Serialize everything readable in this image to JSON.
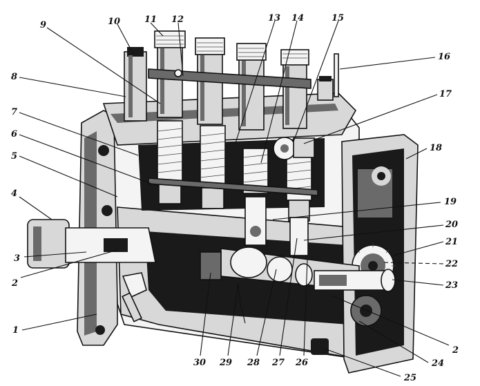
{
  "colors": {
    "ink": "#111111",
    "dark": "#1a1a1a",
    "mid": "#6a6a6a",
    "light": "#d8d8d8",
    "paper": "#ffffff"
  },
  "labels": [
    {
      "id": "l1",
      "text": "1"
    },
    {
      "id": "l2",
      "text": "2"
    },
    {
      "id": "l3",
      "text": "3"
    },
    {
      "id": "l4",
      "text": "4"
    },
    {
      "id": "l5",
      "text": "5"
    },
    {
      "id": "l6",
      "text": "6"
    },
    {
      "id": "l7",
      "text": "7"
    },
    {
      "id": "l8",
      "text": "8"
    },
    {
      "id": "l9",
      "text": "9"
    },
    {
      "id": "l10",
      "text": "10"
    },
    {
      "id": "l11",
      "text": "11"
    },
    {
      "id": "l12",
      "text": "12"
    },
    {
      "id": "l13",
      "text": "13"
    },
    {
      "id": "l14",
      "text": "14"
    },
    {
      "id": "l15",
      "text": "15"
    },
    {
      "id": "l16",
      "text": "16"
    },
    {
      "id": "l17",
      "text": "17"
    },
    {
      "id": "l18",
      "text": "18"
    },
    {
      "id": "l19",
      "text": "19"
    },
    {
      "id": "l20",
      "text": "20"
    },
    {
      "id": "l21",
      "text": "21"
    },
    {
      "id": "l22",
      "text": "22"
    },
    {
      "id": "l23",
      "text": "23"
    },
    {
      "id": "l2b",
      "text": "2"
    },
    {
      "id": "l24",
      "text": "24"
    },
    {
      "id": "l25",
      "text": "25"
    },
    {
      "id": "l26",
      "text": "26"
    },
    {
      "id": "l27",
      "text": "27"
    },
    {
      "id": "l28",
      "text": "28"
    },
    {
      "id": "l29",
      "text": "29"
    },
    {
      "id": "l30",
      "text": "30"
    }
  ]
}
